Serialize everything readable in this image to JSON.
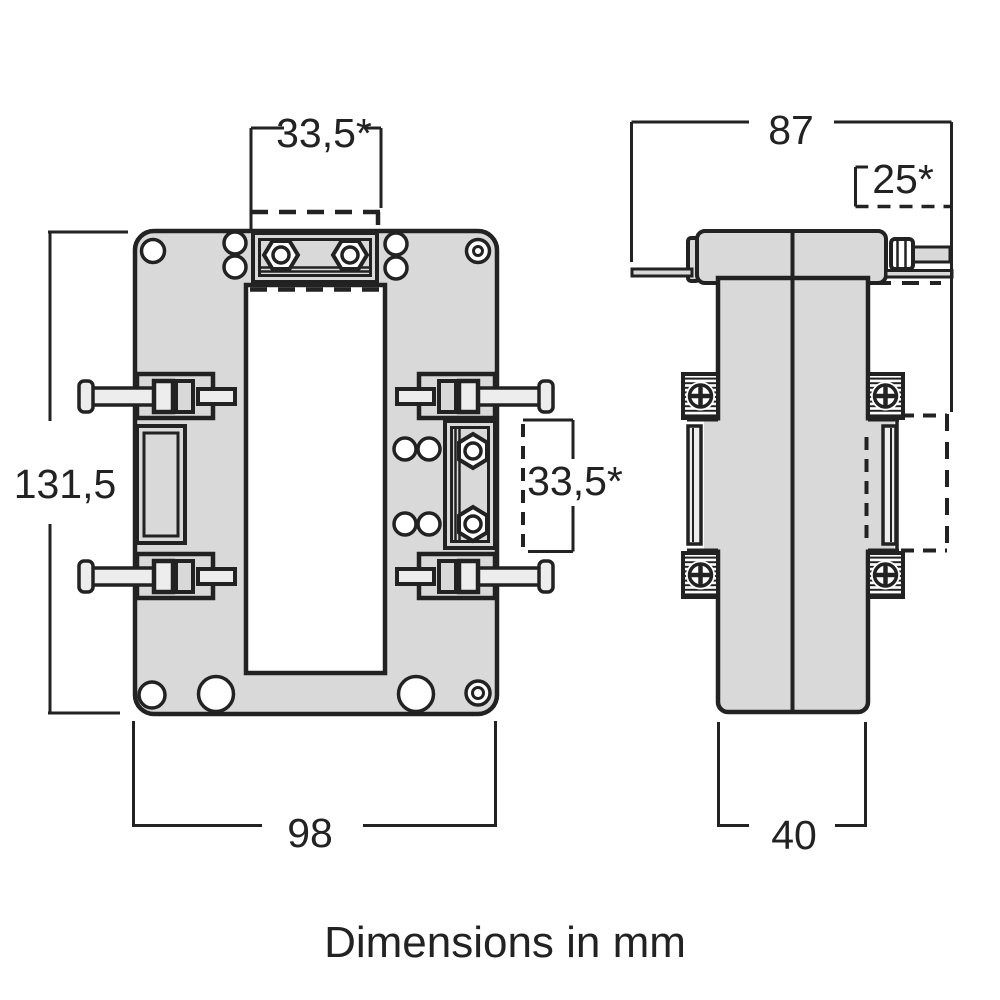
{
  "caption": "Dimensions in mm",
  "units": "mm",
  "colors": {
    "line": "#222222",
    "fill": "#d9d9d9",
    "white": "#ffffff",
    "light": "#ededed",
    "bg": "#ffffff"
  },
  "front_view": {
    "name": "front-view",
    "dim_top_terminal_width": "33,5*",
    "dim_overall_height": "131,5",
    "dim_right_terminal_width": "33,5*",
    "dim_overall_width": "98"
  },
  "side_view": {
    "name": "side-view",
    "dim_overall_depth": "87",
    "dim_terminal_extension": "25*",
    "dim_body_depth": "40"
  }
}
